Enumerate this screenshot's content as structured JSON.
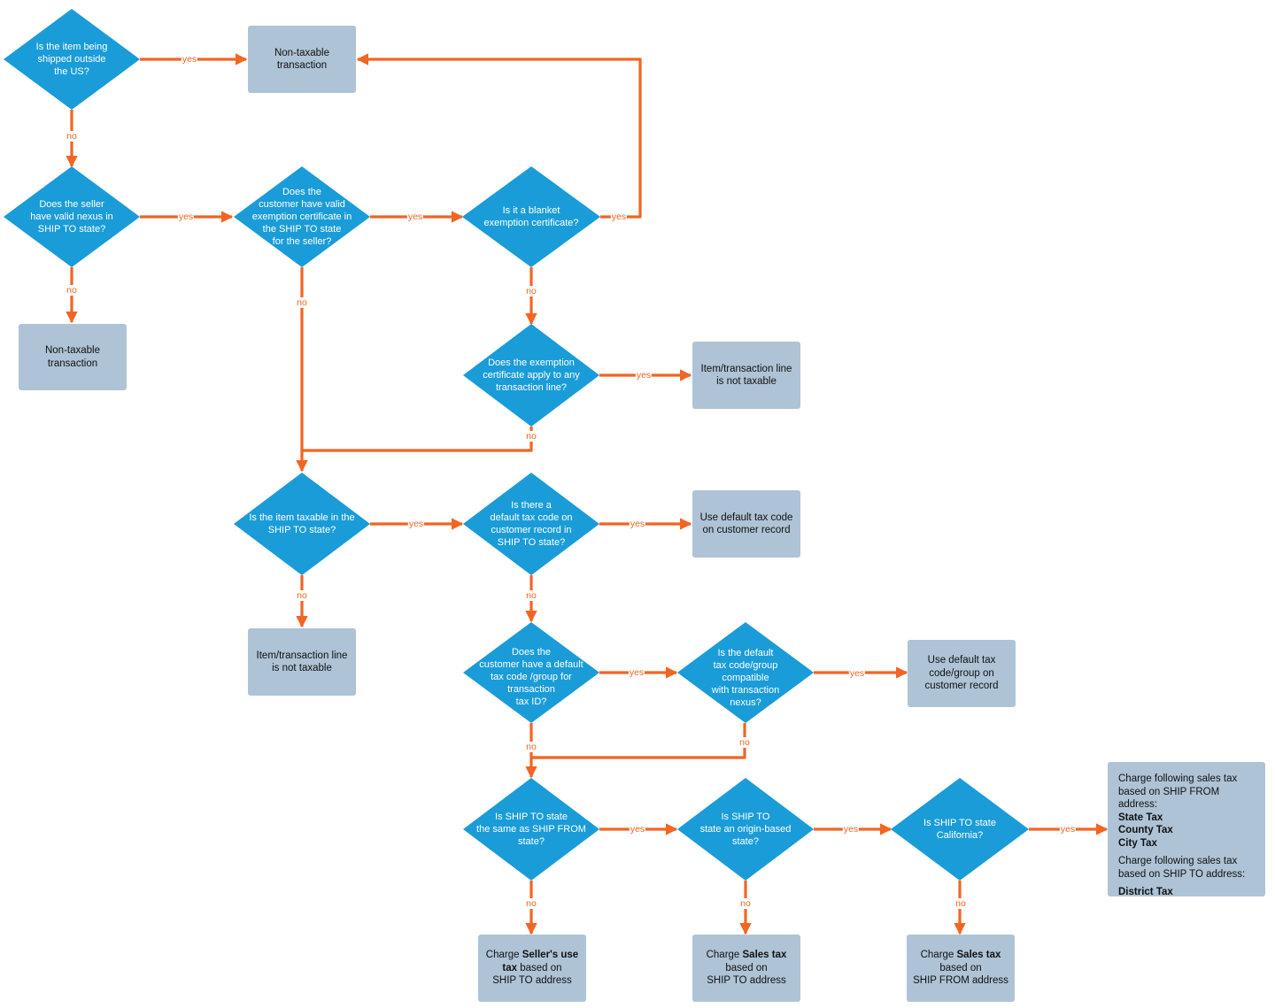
{
  "colors": {
    "decision": "#1a9cd8",
    "box": "#aec3d6",
    "arrow": "#f26522"
  },
  "decisions": {
    "d1": "Is the item being\nshipped outside\nthe US?",
    "d2": "Does the seller\nhave valid nexus in\nSHIP TO state?",
    "d3": "Does the\ncustomer have valid\nexemption certificate in\nthe SHIP TO state\nfor the seller?",
    "d4": "Is it a blanket\nexemption certificate?",
    "d5": "Does the exemption\ncertificate apply to any\ntransaction line?",
    "d6": "Is the item taxable in the\nSHIP TO state?",
    "d7": "Is there a\ndefault tax code on\ncustomer record in\nSHIP TO state?",
    "d8": "Does the\ncustomer have a default\ntax code /group for\ntransaction\ntax ID?",
    "d9": "Is the default\ntax code/group\ncompatible\nwith transaction\nnexus?",
    "d10": "Is SHIP TO state\nthe same as SHIP FROM\nstate?",
    "d11": "Is SHIP TO\nstate an origin-based\nstate?",
    "d12": "Is SHIP TO state\nCalifornia?"
  },
  "boxes": {
    "b1": "Non-taxable\ntransaction",
    "b2": "Non-taxable\ntransaction",
    "b3": "Item/transaction line\nis not taxable",
    "b4": "Use default tax code\non customer record",
    "b5": "Item/transaction line\nis not taxable",
    "b6": "Use default tax\ncode/group on\ncustomer record"
  },
  "charge_boxes": {
    "b7": {
      "pre": "Charge ",
      "bold1": "Seller's use",
      "bold2": "tax",
      "post": " based on",
      "line3": "SHIP TO address"
    },
    "b8": {
      "pre": "Charge ",
      "bold": "Sales tax",
      "line2": "based on",
      "line3": "SHIP TO address"
    },
    "b9": {
      "pre": "Charge ",
      "bold": "Sales tax",
      "line2": "based on",
      "line3": "SHIP FROM address"
    }
  },
  "final_box": {
    "intro1": "Charge following sales tax based on SHIP FROM address:",
    "items1": [
      "State Tax",
      "County Tax",
      "City Tax"
    ],
    "intro2": "Charge following sales tax based on SHIP TO address:",
    "items2": [
      "District Tax"
    ]
  },
  "edge_labels": {
    "yes": "yes",
    "no": "no"
  }
}
